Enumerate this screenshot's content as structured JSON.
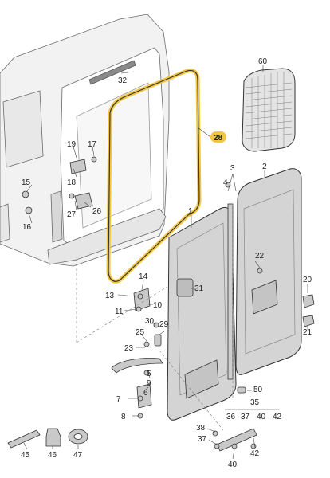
{
  "diagram": {
    "part_numbers": {
      "p1": "1",
      "p2": "2",
      "p3": "3",
      "p4": "4",
      "p5": "5",
      "p6": "6",
      "p7": "7",
      "p8": "8",
      "p9": "9",
      "p10": "10",
      "p11": "11",
      "p13": "13",
      "p14": "14",
      "p15": "15",
      "p16": "16",
      "p17": "17",
      "p18": "18",
      "p19": "19",
      "p20": "20",
      "p21": "21",
      "p22": "22",
      "p23": "23",
      "p25": "25",
      "p26": "26",
      "p27": "27",
      "p28": "28",
      "p29": "29",
      "p30": "30",
      "p31": "31",
      "p32": "32",
      "p35": "35",
      "p36": "36",
      "p37": "37",
      "p38": "38",
      "p40": "40",
      "p42": "42",
      "p45": "45",
      "p46": "46",
      "p47": "47",
      "p50": "50",
      "p60": "60"
    },
    "colors": {
      "seal_highlight": "#f2c640",
      "door_fill": "#d4d4d4",
      "door_stroke": "#333333",
      "van_line": "#555555",
      "van_fill": "#f0f0f0",
      "label_pill": "#e9e9e9",
      "callout_line": "#444444"
    }
  }
}
